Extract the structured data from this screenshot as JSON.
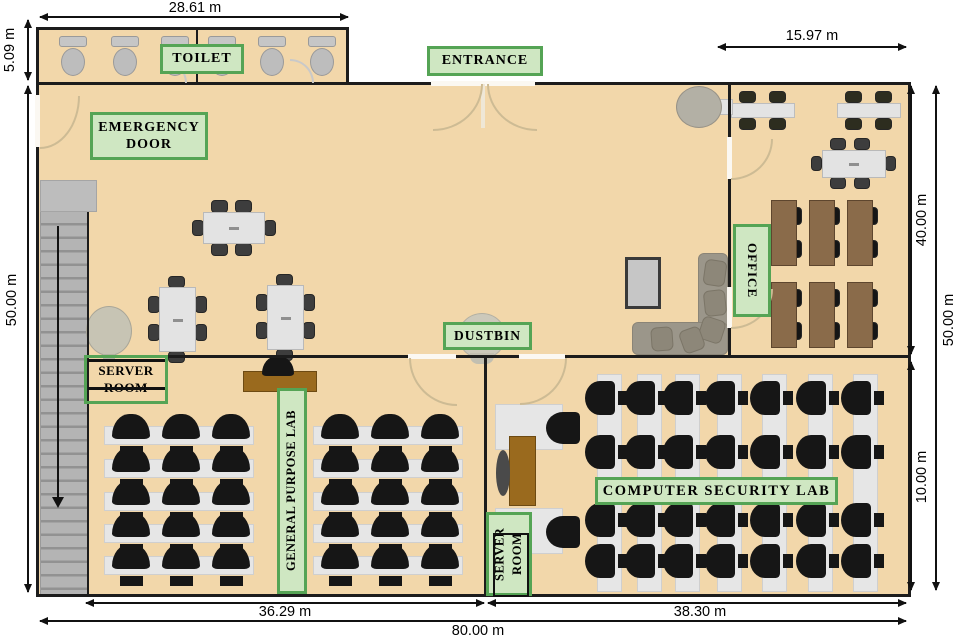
{
  "figure": {
    "type": "building-floor-plan",
    "unit": "m"
  },
  "rooms": {
    "toilet": "TOILET",
    "entrance": "ENTRANCE",
    "emergency_door": "EMERGENCY DOOR",
    "office": "OFFICE",
    "dustbin": "DUSTBIN",
    "server_room_main": "SERVER ROOM",
    "general_purpose_lab": "GENERAL PURPOSE LAB",
    "server_room_lab": "SERVER ROOM",
    "computer_security_lab": "COMPUTER SECURITY LAB"
  },
  "dimensions": {
    "toilet_width": "28.61 m",
    "toilet_height": "5.09 m",
    "office_width": "15.97 m",
    "office_height": "40.00 m",
    "right_total_height": "50.00 m",
    "security_lab_height": "10.00 m",
    "left_total_height": "50.00 m",
    "gp_lab_width": "36.29 m",
    "security_lab_width": "38.30 m",
    "total_width": "80.00 m"
  },
  "colors": {
    "floor": "#f2d7aa",
    "wall": "#1c1c1c",
    "label_fill": "#cfe7c2",
    "label_border": "#55a455"
  }
}
